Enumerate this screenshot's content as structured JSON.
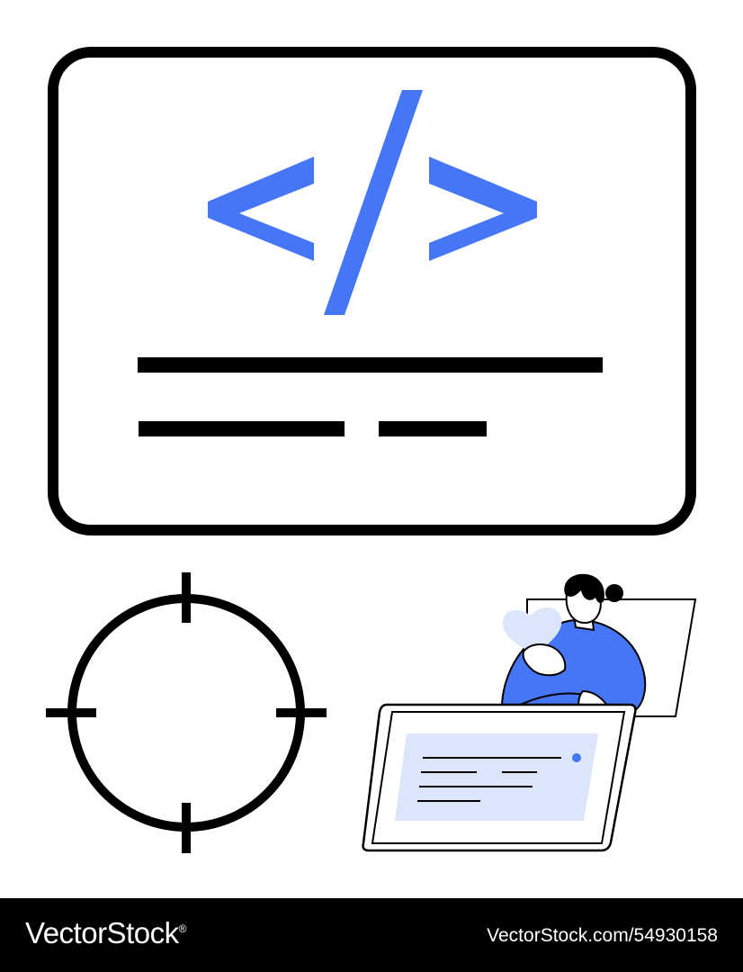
{
  "illustration": {
    "code_window": {
      "glyph": "</>"
    },
    "colors": {
      "accent": "#4476f6",
      "light_accent": "#dbe6fb",
      "outline": "#000000",
      "background": "#ffffff"
    },
    "icons": [
      "code-window-icon",
      "crosshair-icon",
      "tablet-icon",
      "person-with-heart"
    ]
  },
  "footer": {
    "brand": "VectorStock",
    "brand_mark": "®",
    "asset_id": "VectorStock.com/54930158",
    "background": "#000000"
  }
}
